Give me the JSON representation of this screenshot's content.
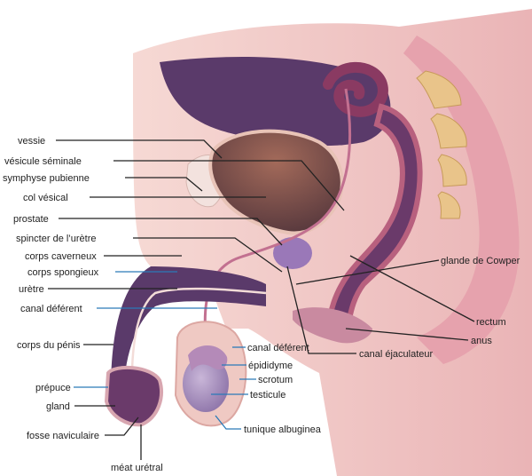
{
  "labels": {
    "vessie": "vessie",
    "vesicule_seminale": "vésicule séminale",
    "symphyse_pubienne": "symphyse pubienne",
    "col_vesical": "col vésical",
    "prostate": "prostate",
    "spincter_uretre": "spincter de l’urètre",
    "corps_caverneux": "corps caverneux",
    "corps_spongieux": "corps spongieux",
    "uretre": "urètre",
    "canal_deferent_left": "canal déférent",
    "corps_du_penis": "corps du pénis",
    "prepuce": "prépuce",
    "gland": "gland",
    "fosse_naviculaire": "fosse naviculaire",
    "meat_uretral": "méat urétral",
    "glande_de_cowper": "glande de Cowper",
    "rectum": "rectum",
    "anus": "anus",
    "canal_ejaculateur": "canal éjaculateur",
    "canal_deferent_right": "canal déférent",
    "epididyme": "épididyme",
    "scrotum": "scrotum",
    "testicule": "testicule",
    "tunique_albuginea": "tunique albuginea"
  },
  "colors": {
    "label_text": "#222222",
    "leader_dark": "#222222",
    "leader_blue": "#2a7ab8",
    "skin": "#f0cfc7",
    "tissue_pink": "#e8a3b0",
    "purple_dark": "#4a2a5a",
    "purple_mid": "#8c5a8c",
    "rectum_wall": "#c2708c",
    "bone_beige": "#e9c48a",
    "background": "#ffffff"
  }
}
